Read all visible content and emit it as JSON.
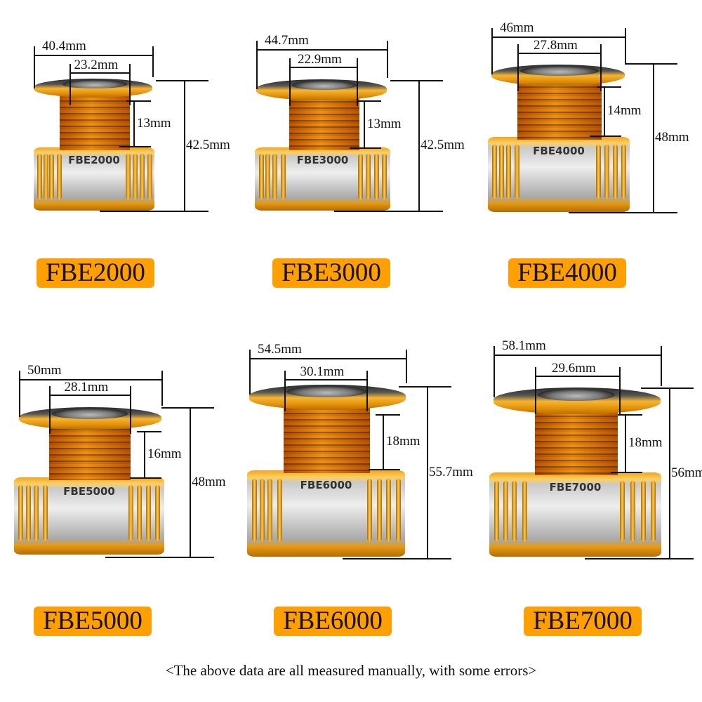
{
  "panels": [
    {
      "model": "FBE2000",
      "spool_label": "FBE2000",
      "outer_diameter": "40.4mm",
      "inner_diameter": "23.2mm",
      "line_height": "13mm",
      "total_height": "42.5mm"
    },
    {
      "model": "FBE3000",
      "spool_label": "FBE3000",
      "outer_diameter": "44.7mm",
      "inner_diameter": "22.9mm",
      "line_height": "13mm",
      "total_height": "42.5mm"
    },
    {
      "model": "FBE4000",
      "spool_label": "FBE4000",
      "outer_diameter": "46mm",
      "inner_diameter": "27.8mm",
      "line_height": "14mm",
      "total_height": "48mm"
    },
    {
      "model": "FBE5000",
      "spool_label": "FBE5000",
      "outer_diameter": "50mm",
      "inner_diameter": "28.1mm",
      "line_height": "16mm",
      "total_height": "48mm"
    },
    {
      "model": "FBE6000",
      "spool_label": "FBE6000",
      "outer_diameter": "54.5mm",
      "inner_diameter": "30.1mm",
      "line_height": "18mm",
      "total_height": "55.7mm"
    },
    {
      "model": "FBE7000",
      "spool_label": "FBE7000",
      "outer_diameter": "58.1mm",
      "inner_diameter": "29.6mm",
      "line_height": "18mm",
      "total_height": "56mm"
    }
  ],
  "footer_note": "<The above data are all measured manually, with some errors>",
  "colors": {
    "badge": "#FF9F00",
    "spool_gold": "#F0A41E",
    "spool_silver": "#C9C9C9"
  }
}
